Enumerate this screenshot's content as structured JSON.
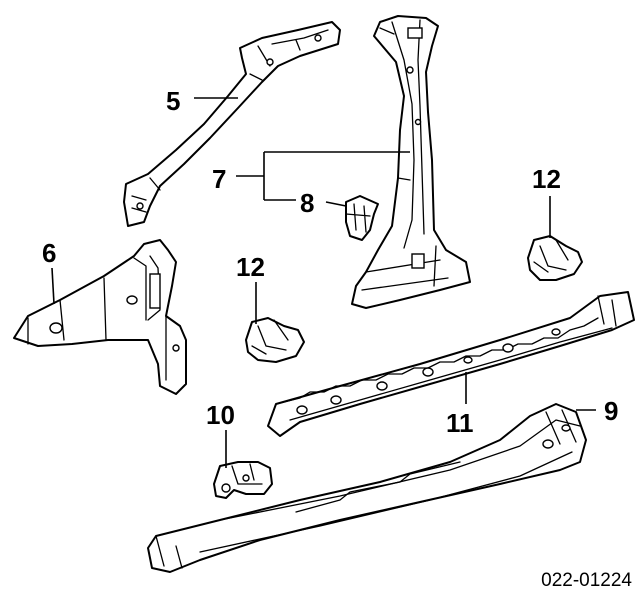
{
  "callouts": {
    "c5": "5",
    "c6": "6",
    "c7": "7",
    "c8": "8",
    "c9": "9",
    "c10": "10",
    "c11": "11",
    "c12a": "12",
    "c12b": "12"
  },
  "diagram_code": "022-01224",
  "colors": {
    "line": "#000000",
    "background": "#ffffff"
  }
}
